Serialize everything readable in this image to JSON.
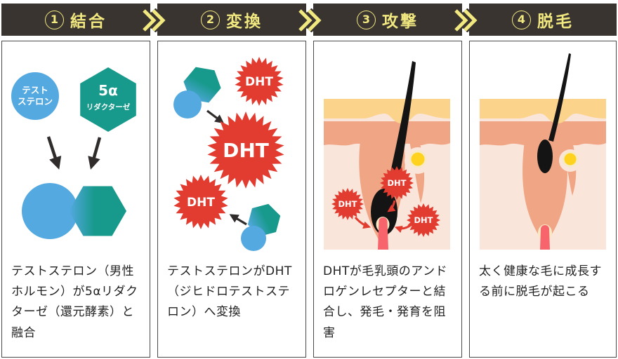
{
  "colors": {
    "header_bg": "#3A3431",
    "accent_yellow": "#F1E87F",
    "testosterone_blue": "#54A9E1",
    "reductase_teal": "#17998B",
    "dht_red": "#E23B30",
    "skin_epidermis": "#FBD38B",
    "skin_dermis": "#F0A584",
    "skin_subcutis": "#FAE5DA",
    "sebaceous_yellow": "#FFD21F",
    "papilla_pink": "#F8646C",
    "hair_black": "#141414",
    "body_text": "#222222"
  },
  "steps": [
    {
      "num": "1",
      "label": "結合",
      "description": "テストステロン（男性ホルモン）が5αリダクターゼ（還元酵素）と融合"
    },
    {
      "num": "2",
      "label": "変換",
      "description": "テストステロンがDHT（ジヒドロテストステロン）へ変換"
    },
    {
      "num": "3",
      "label": "攻撃",
      "description": "DHTが毛乳頭のアンドロゲンレセプターと結合し、発毛・発育を阻害"
    },
    {
      "num": "4",
      "label": "脱毛",
      "description": "太く健康な毛に成長する前に脱毛が起こる"
    }
  ],
  "labels": {
    "testosterone_line1": "テスト",
    "testosterone_line2": "ステロン",
    "reductase_line1": "5α",
    "reductase_line2": "リダクターゼ",
    "dht": "DHT"
  }
}
